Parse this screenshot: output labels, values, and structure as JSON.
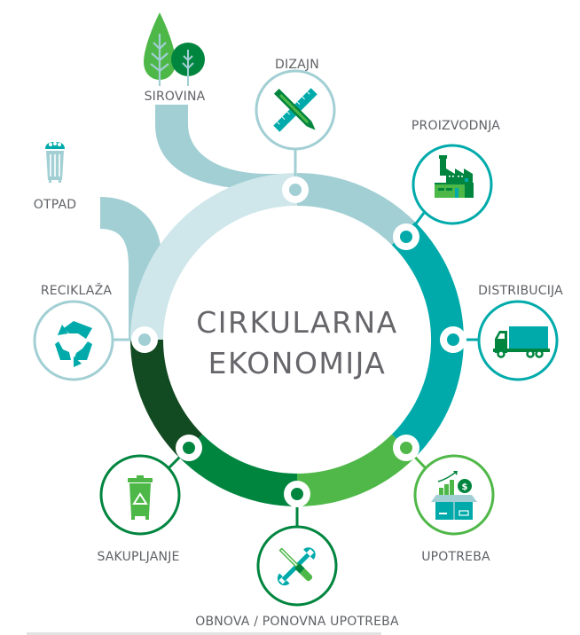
{
  "title": {
    "line1": "CIRKULARNA",
    "line2": "EKONOMIJA"
  },
  "colors": {
    "pale_teal": "#cfe7ea",
    "light_teal": "#a2cfd4",
    "teal": "#00aaaa",
    "light_green": "#4fb848",
    "mid_green": "#00853f",
    "dark_green": "#124a22",
    "label_gray": "#5f6166",
    "icon_green": "#4db848",
    "icon_dark_green": "#00853f"
  },
  "inputs": {
    "sirovina": {
      "label": "SIROVINA",
      "icon": "trees-icon"
    },
    "otpad": {
      "label": "OTPAD",
      "icon": "trash-can-icon"
    }
  },
  "stages": [
    {
      "id": "dizajn",
      "label": "DIZAJN",
      "icon": "pencil-ruler-icon"
    },
    {
      "id": "proizvodnja",
      "label": "PROIZVODNJA",
      "icon": "factory-icon"
    },
    {
      "id": "distribucija",
      "label": "DISTRIBUCIJA",
      "icon": "truck-icon"
    },
    {
      "id": "upotreba",
      "label": "UPOTREBA",
      "icon": "box-growth-icon"
    },
    {
      "id": "obnova",
      "label": "OBNOVA / PONOVNA UPOTREBA",
      "icon": "tools-icon"
    },
    {
      "id": "sakupljanje",
      "label": "SAKUPLJANJE",
      "icon": "recycle-bin-icon"
    },
    {
      "id": "reciklaza",
      "label": "RECIKLAŽA",
      "icon": "recycle-icon"
    }
  ]
}
